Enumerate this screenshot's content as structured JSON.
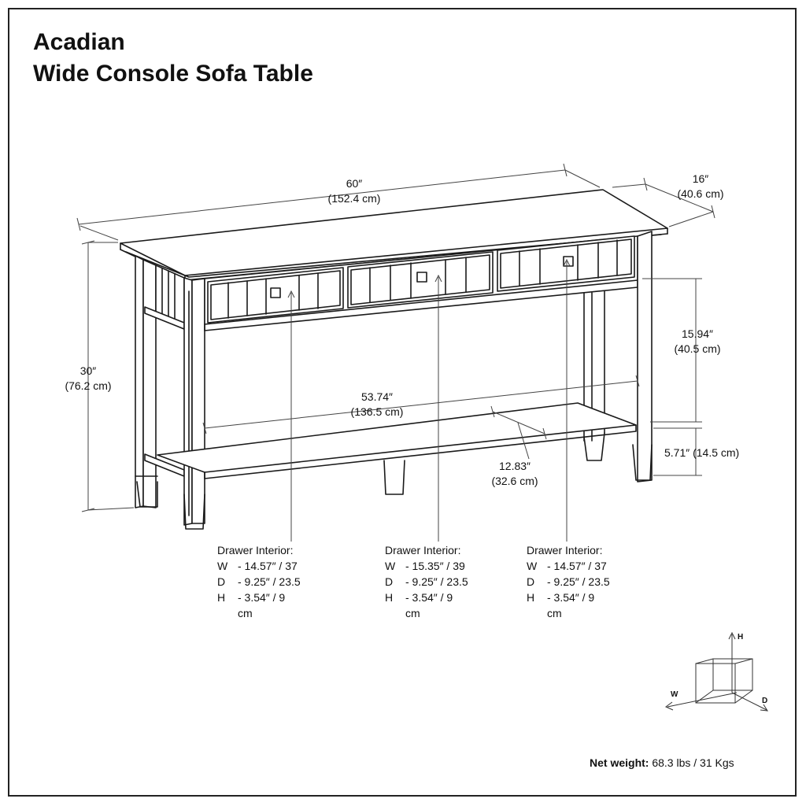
{
  "title": {
    "line1": "Acadian",
    "line2": "Wide Console Sofa Table"
  },
  "dimensions": {
    "width": {
      "inches": "60″",
      "cm": "(152.4 cm)"
    },
    "depth": {
      "inches": "16″",
      "cm": "(40.6 cm)"
    },
    "height": {
      "inches": "30″",
      "cm": "(76.2 cm)"
    },
    "shelf_height": {
      "inches": "15.94″",
      "cm": "(40.5 cm)"
    },
    "inner_width": {
      "inches": "53.74″",
      "cm": "(136.5 cm)"
    },
    "shelf_depth": {
      "inches": "12.83″",
      "cm": "(32.6 cm)"
    },
    "clearance": {
      "text": "5.71″ (14.5 cm)"
    }
  },
  "drawers": [
    {
      "heading": "Drawer Interior:",
      "w_key": "W",
      "w_val": "- 14.57″ / 37",
      "d_key": "D",
      "d_val": "- 9.25″ / 23.5",
      "h_key": "H",
      "h_val": "- 3.54″ / 9",
      "unit": "cm"
    },
    {
      "heading": "Drawer Interior:",
      "w_key": "W",
      "w_val": "- 15.35″ / 39",
      "d_key": "D",
      "d_val": "- 9.25″ / 23.5",
      "h_key": "H",
      "h_val": "- 3.54″ / 9",
      "unit": "cm"
    },
    {
      "heading": "Drawer Interior:",
      "w_key": "W",
      "w_val": "- 14.57″ / 37",
      "d_key": "D",
      "d_val": "- 9.25″ / 23.5",
      "h_key": "H",
      "h_val": "- 3.54″ / 9",
      "unit": "cm"
    }
  ],
  "axis_legend": {
    "h": "H",
    "w": "W",
    "d": "D"
  },
  "net_weight": {
    "label": "Net weight:",
    "value": "68.3 lbs / 31 Kgs"
  }
}
